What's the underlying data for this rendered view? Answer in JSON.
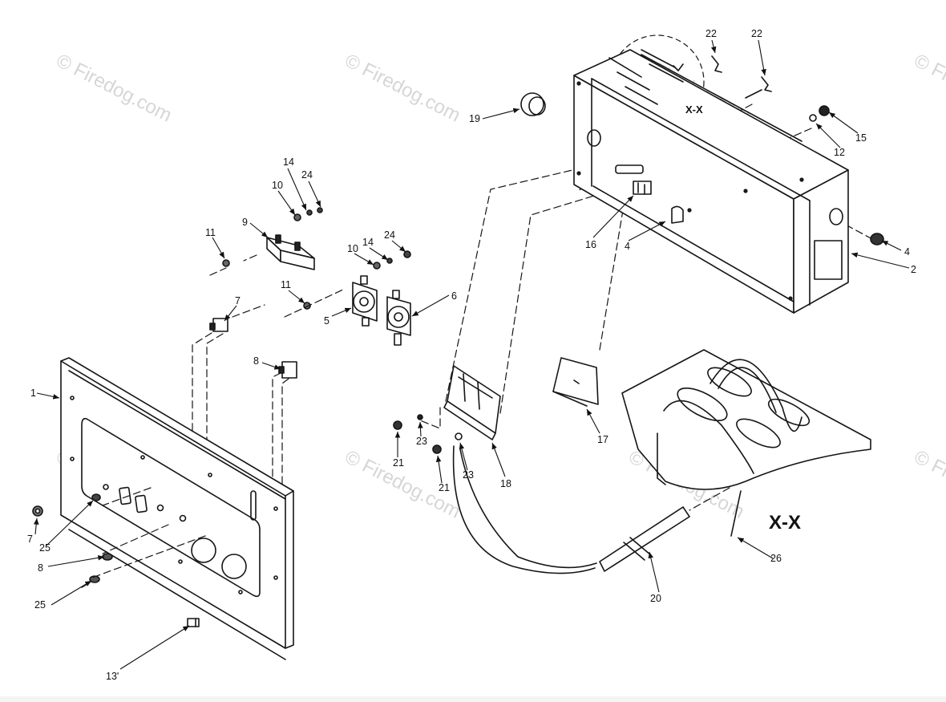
{
  "watermark": "© Firedog.com",
  "section_labels": {
    "big": "X-X",
    "small": "X-X"
  },
  "callouts": {
    "c1": "1",
    "c2": "2",
    "c4a": "4",
    "c4b": "4",
    "c5": "5",
    "c6": "6",
    "c7a": "7",
    "c7b": "7",
    "c8a": "8",
    "c8b": "8",
    "c9": "9",
    "c10a": "10",
    "c10b": "10",
    "c11a": "11",
    "c11b": "11",
    "c12": "12",
    "c13": "13'",
    "c14a": "14",
    "c14b": "14",
    "c15": "15",
    "c16": "16",
    "c17": "17",
    "c18": "18",
    "c19": "19",
    "c20": "20",
    "c21a": "21",
    "c21b": "21",
    "c22a": "22",
    "c22b": "22",
    "c23a": "23",
    "c23b": "23",
    "c24a": "24",
    "c24b": "24",
    "c25a": "25",
    "c25b": "25",
    "c26": "26"
  }
}
